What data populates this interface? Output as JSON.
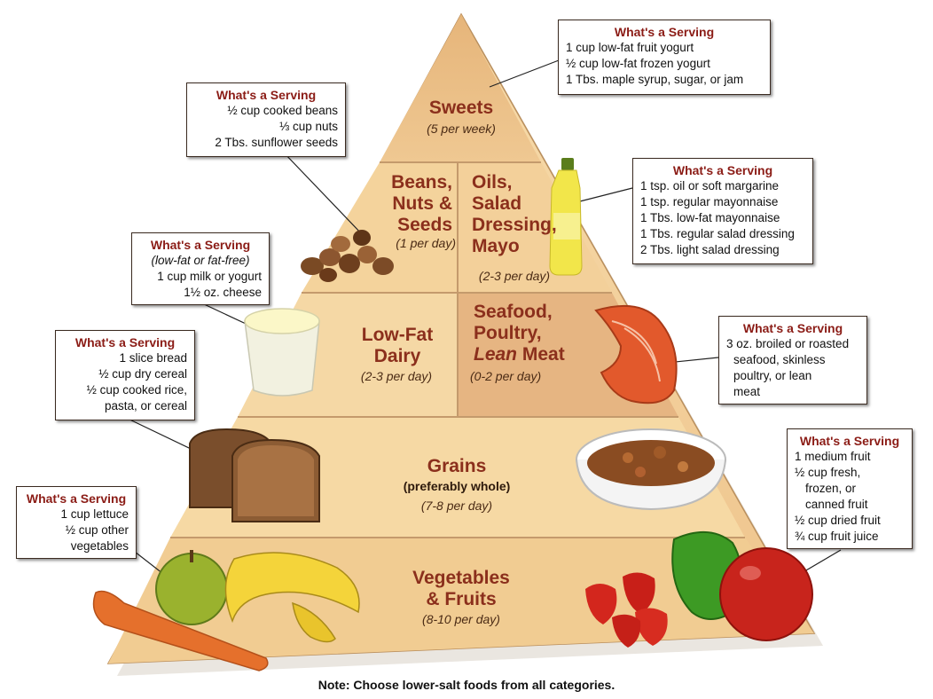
{
  "tiers": {
    "sweets": {
      "title": "Sweets",
      "freq": "(5 per week)"
    },
    "beans": {
      "title_lines": [
        "Beans,",
        "Nuts &",
        "Seeds"
      ],
      "freq": "(1 per day)"
    },
    "oils": {
      "title_lines": [
        "Oils,",
        "Salad",
        "Dressing,",
        "Mayo"
      ],
      "freq": "(2-3 per day)"
    },
    "dairy": {
      "title_lines": [
        "Low-Fat",
        "Dairy"
      ],
      "freq": "(2-3 per day)"
    },
    "seafood": {
      "title_lines": [
        "Seafood,",
        "Poultry,"
      ],
      "title_lean": "Lean",
      "title_meat": " Meat",
      "freq": "(0-2 per day)"
    },
    "grains": {
      "title": "Grains",
      "sub": "(preferably whole)",
      "freq": "(7-8 per day)"
    },
    "veg": {
      "title_lines": [
        "Vegetables",
        "& Fruits"
      ],
      "freq": "(8-10 per day)"
    }
  },
  "servings": {
    "header": "What's a Serving",
    "sweets": [
      "1 cup low-fat fruit yogurt",
      "½ cup low-fat frozen yogurt",
      "1 Tbs. maple syrup, sugar, or jam"
    ],
    "beans": [
      "½ cup cooked beans",
      "⅓ cup nuts",
      "2 Tbs. sunflower seeds"
    ],
    "oils": [
      "1 tsp. oil or soft margarine",
      "1 tsp. regular mayonnaise",
      "1 Tbs. low-fat mayonnaise",
      "1 Tbs. regular salad dressing",
      "2 Tbs. light salad dressing"
    ],
    "dairy_note": "(low-fat or fat-free)",
    "dairy": [
      "1 cup milk or yogurt",
      "1½ oz. cheese"
    ],
    "seafood": [
      "3 oz. broiled or roasted",
      "seafood, skinless",
      "poultry, or lean",
      "meat"
    ],
    "grains": [
      "1 slice bread",
      "½ cup dry cereal",
      "½ cup cooked rice,",
      "pasta, or cereal"
    ],
    "fruits": [
      "1 medium fruit",
      "½ cup fresh,",
      "frozen, or",
      "canned fruit",
      "½ cup dried fruit",
      "¾ cup fruit juice"
    ],
    "veg": [
      "1 cup lettuce",
      "½ cup other",
      "vegetables"
    ]
  },
  "note": "Note: Choose lower-salt foods from all categories.",
  "colors": {
    "title": "#8b2f1c",
    "header": "#8b1c16",
    "pyramid_light": "#f6d9a3",
    "pyramid_mid": "#e9b978",
    "seafood_cell": "#e4b07e"
  }
}
